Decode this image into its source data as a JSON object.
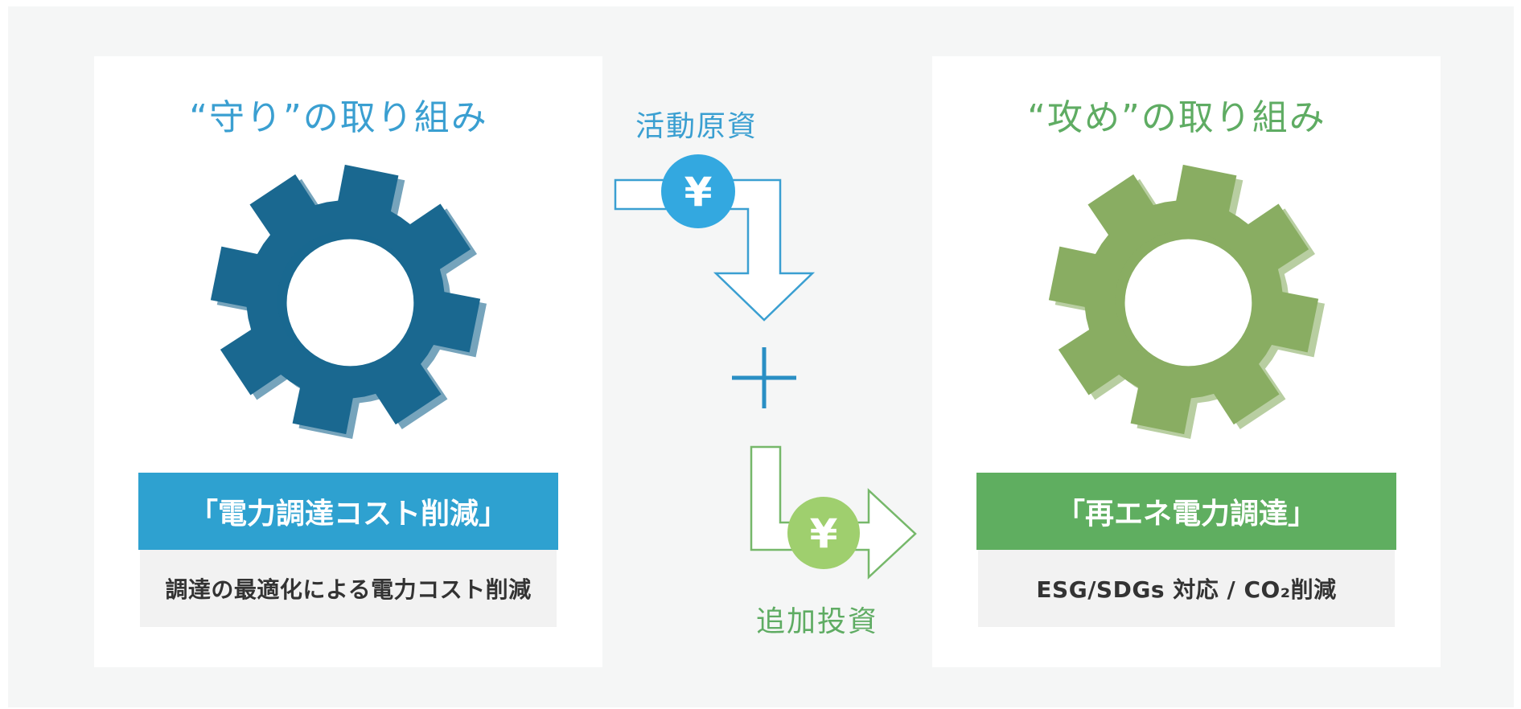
{
  "defense": {
    "title": "“守り”の取り組み",
    "label": "「電力調達コスト削減」",
    "description": "調達の最適化による電力コスト削減",
    "color": "#2ea1d0",
    "gear_color": "#1a6890"
  },
  "offense": {
    "title": "“攻め”の取り組み",
    "label": "「再エネ電力調達」",
    "description": "ESG/SDGs 対応 / CO₂削減",
    "color": "#5fae60",
    "gear_color": "#89ad62"
  },
  "flow": {
    "cost_label": "活動原資",
    "invest_label": "追加投資",
    "plus": "+",
    "yen_symbol": "¥"
  }
}
